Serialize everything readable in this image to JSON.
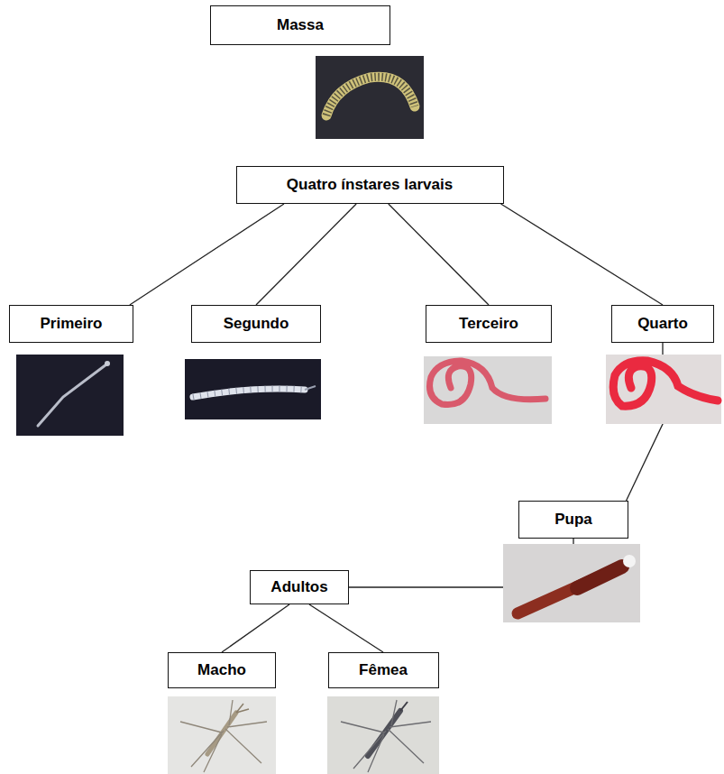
{
  "diagram": {
    "nodes": [
      {
        "text": [
          "Massa"
        ]
      },
      {
        "text": [
          "Quatro ínstares larvais"
        ]
      },
      {
        "text": [
          "Primeiro"
        ]
      },
      {
        "text": [
          "Segundo"
        ]
      },
      {
        "text": [
          "Terceiro"
        ]
      },
      {
        "text": [
          "Quarto"
        ]
      },
      {
        "text": [
          "Pupa"
        ]
      },
      {
        "text": [
          "Adultos"
        ]
      },
      {
        "text": [
          "Macho"
        ]
      },
      {
        "text": [
          "Fêmea"
        ]
      }
    ],
    "edges": [
      {
        "from": 1,
        "to": 2,
        "arrow": "none"
      },
      {
        "from": 1,
        "to": 3,
        "arrow": "none"
      },
      {
        "from": 1,
        "to": 4,
        "arrow": "none"
      },
      {
        "from": 1,
        "to": 5,
        "arrow": "none"
      },
      {
        "from": 5,
        "to": 6,
        "arrow": "none"
      },
      {
        "from": 6,
        "to": 7,
        "arrow": "none"
      },
      {
        "from": 7,
        "to": 8,
        "arrow": "none"
      },
      {
        "from": 7,
        "to": 9,
        "arrow": "none"
      }
    ]
  }
}
